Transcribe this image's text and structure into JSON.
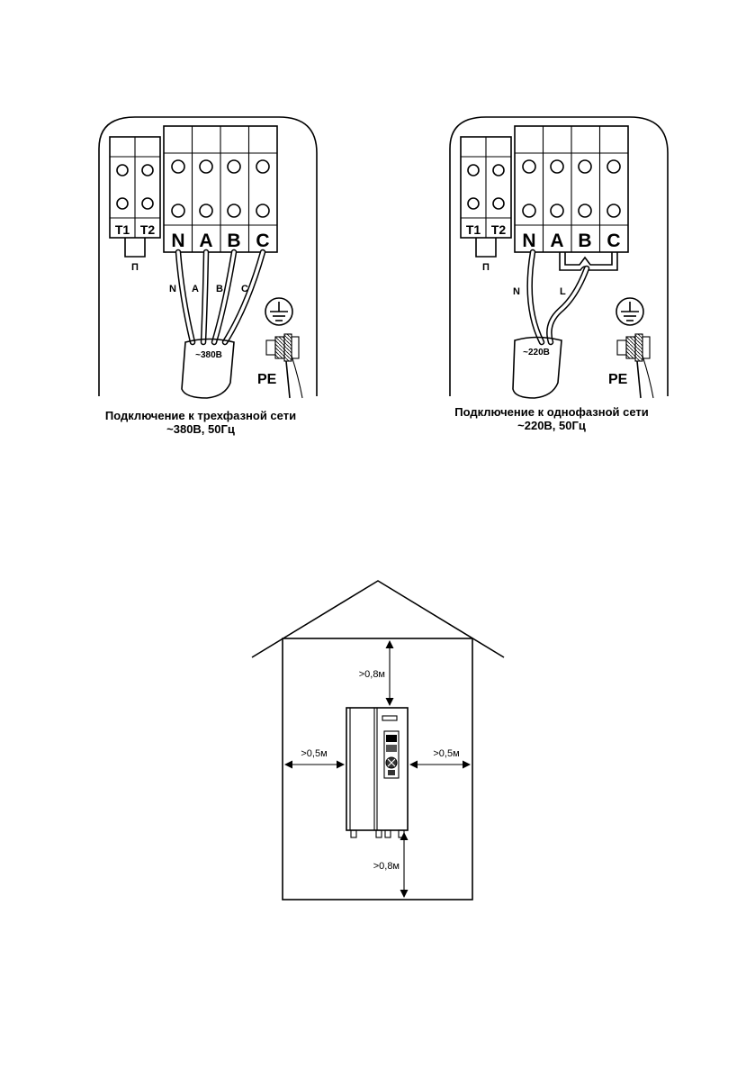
{
  "diagram_three_phase": {
    "terminals_small": [
      "T1",
      "T2"
    ],
    "jumper_label": "П",
    "terminals_big": [
      "N",
      "A",
      "B",
      "C"
    ],
    "wire_labels": [
      "N",
      "A",
      "B",
      "C"
    ],
    "cable_voltage": "~380В",
    "pe_label": "PE",
    "caption_line1": "Подключение к трехфазной сети",
    "caption_line2": "~380В, 50Гц"
  },
  "diagram_single_phase": {
    "terminals_small": [
      "T1",
      "T2"
    ],
    "jumper_label": "П",
    "terminals_big": [
      "N",
      "A",
      "B",
      "C"
    ],
    "wire_labels": [
      "N",
      "L"
    ],
    "cable_voltage": "~220В",
    "pe_label": "PE",
    "caption_line1": "Подключение к однофазной сети",
    "caption_line2": "~220В, 50Гц"
  },
  "installation": {
    "clearance_top": ">0,8м",
    "clearance_left": ">0,5м",
    "clearance_right": ">0,5м",
    "clearance_bottom": ">0,8м"
  }
}
